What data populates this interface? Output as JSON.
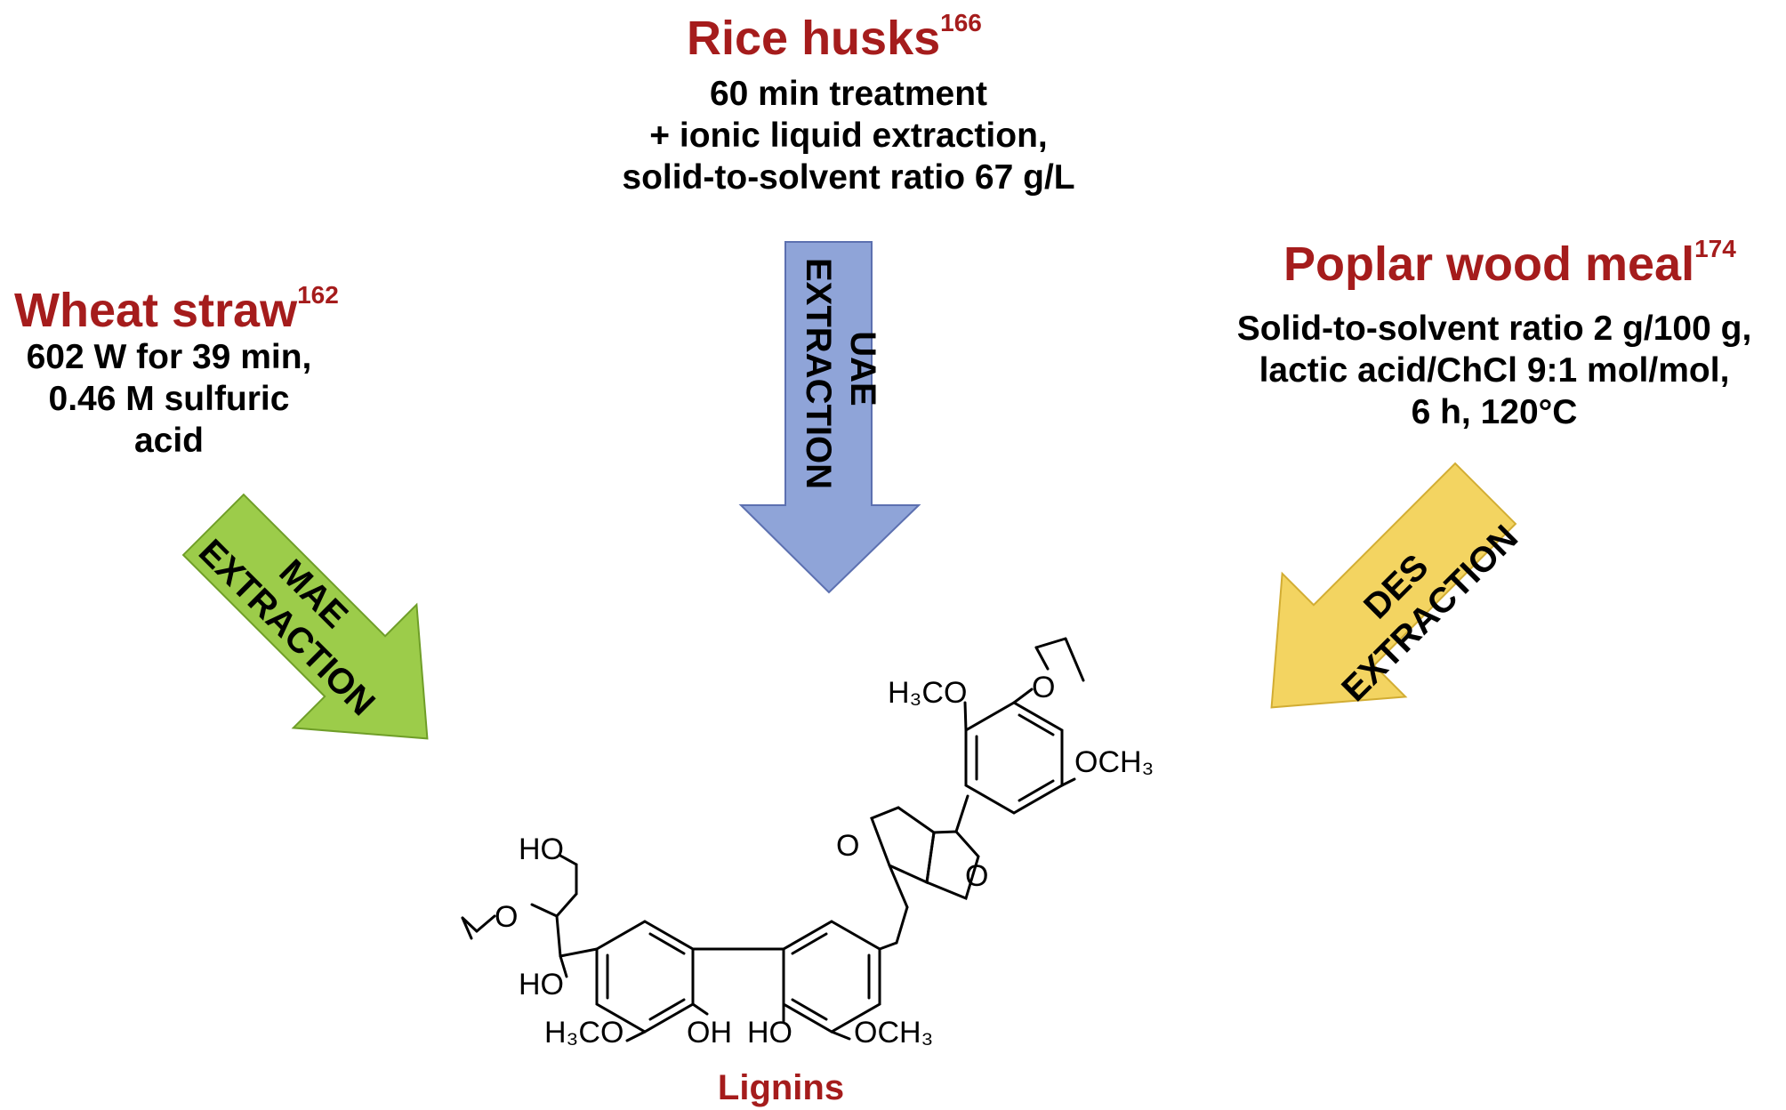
{
  "sources": {
    "rice": {
      "name": "Rice husks",
      "ref": "166",
      "conditions": [
        "60 min treatment",
        "+ ionic liquid extraction,",
        "solid-to-solvent ratio 67 g/L"
      ],
      "method": [
        "UAE",
        "EXTRACTION"
      ],
      "color": "#8fa4d8"
    },
    "wheat": {
      "name": "Wheat straw",
      "ref": "162",
      "conditions": [
        "602 W for 39 min,",
        "0.46 M sulfuric",
        "acid"
      ],
      "method": [
        "MAE",
        "EXTRACTION"
      ],
      "color": "#9ccc4a"
    },
    "poplar": {
      "name": "Poplar wood meal",
      "ref": "174",
      "conditions": [
        "Solid-to-solvent ratio 2 g/100 g,",
        "lactic acid/ChCl 9:1 mol/mol,",
        "6 h, 120°C"
      ],
      "method": [
        "DES",
        "EXTRACTION"
      ],
      "color": "#f3d461"
    }
  },
  "product": {
    "label": "Lignins",
    "color": "#a51c1c",
    "atoms": {
      "ho_top": "HO",
      "ho_mid": "HO",
      "h3co_bottom": "H₃CO",
      "oh_bottom": "OH",
      "ho_bottom": "HO",
      "och3_bottom": "OCH₃",
      "h3co_top": "H₃CO",
      "och3_right": "OCH₃",
      "o_chain": "O",
      "o_top": "O",
      "o_ring1": "O",
      "o_ring2": "O"
    }
  }
}
